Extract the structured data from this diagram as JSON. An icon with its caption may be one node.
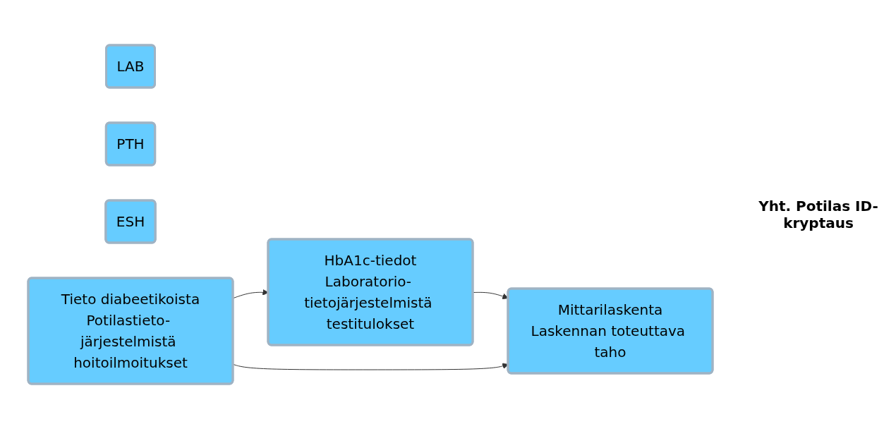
{
  "diagram": {
    "nodes": [
      {
        "text": [
          "LAB"
        ]
      },
      {
        "text": [
          "HbA1c-tiedot",
          "Laboratorio- tietojärjestelmistä testitulokset"
        ]
      },
      {
        "text": [
          "PTH"
        ]
      },
      {
        "text": [
          "ESH"
        ]
      },
      {
        "text": [
          "Tieto diabeetikoista",
          "Potilastieto- järjestelmistä hoitoilmoitukset"
        ]
      },
      {
        "text": [
          "Mittarilaskenta",
          "Laskennan toteuttava taho"
        ]
      }
    ],
    "edges": [
      {
        "from": 4,
        "to": 1,
        "arrow": "to"
      },
      {
        "from": 1,
        "to": 5,
        "arrow": "to"
      },
      {
        "from": 4,
        "to": 5,
        "arrow": "to"
      }
    ],
    "labels": [
      "Yht. Potilas ID-kryptaus"
    ]
  }
}
